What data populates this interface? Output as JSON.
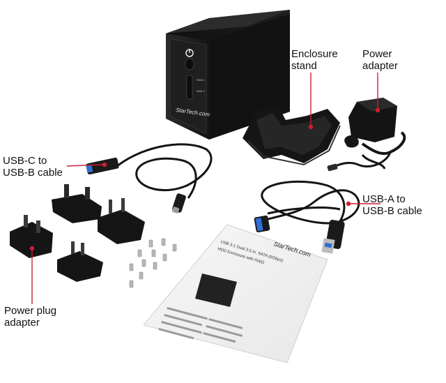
{
  "labels": {
    "usbc_cable": [
      "USB-C to",
      "USB-B cable"
    ],
    "enclosure_stand": [
      "Enclosure",
      "stand"
    ],
    "power_adapter": [
      "Power",
      "adapter"
    ],
    "usba_cable": [
      "USB-A to",
      "USB-B cable"
    ],
    "power_plug_adapter": [
      "Power plug",
      "adapter"
    ]
  },
  "device": {
    "brand": "StarTech.com",
    "bay1": "HDD 1",
    "bay2": "HDD 2"
  },
  "manual": {
    "brand": "StarTech.com",
    "title_lines": [
      "USB 3.1 Dual 3.5 in. SATA (6Gbps)",
      "HDD Enclosure with RAID"
    ]
  },
  "colors": {
    "callout": "#cc1f2f",
    "device": "#1b1b1b",
    "usb3_blue": "#2f6fd6"
  }
}
